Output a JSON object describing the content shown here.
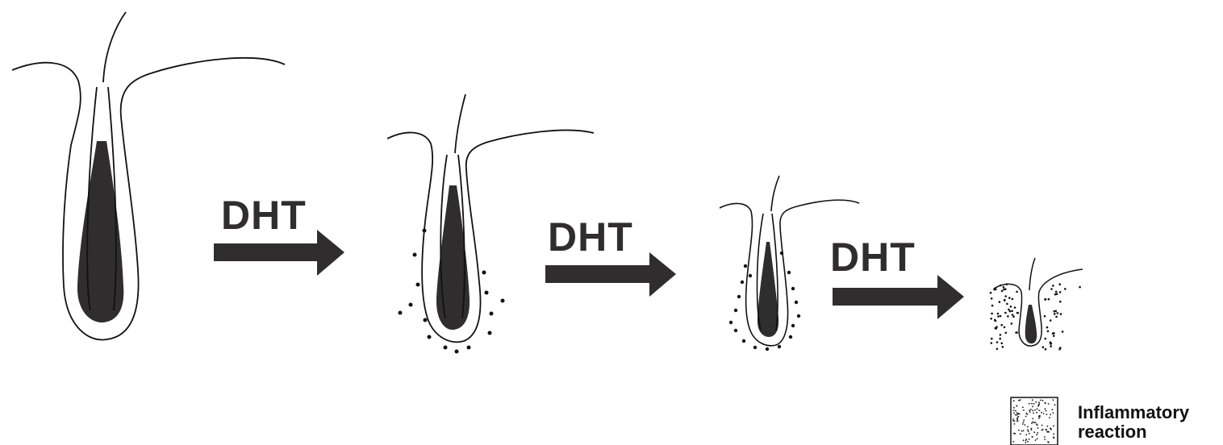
{
  "colors": {
    "fill": "#2f2d2e",
    "line": "#111111",
    "background": "#ffffff"
  },
  "arrows": [
    {
      "label": "DHT"
    },
    {
      "label": "DHT"
    },
    {
      "label": "DHT"
    }
  ],
  "legend": {
    "line1": "Inflammatory",
    "line2": "reaction"
  }
}
